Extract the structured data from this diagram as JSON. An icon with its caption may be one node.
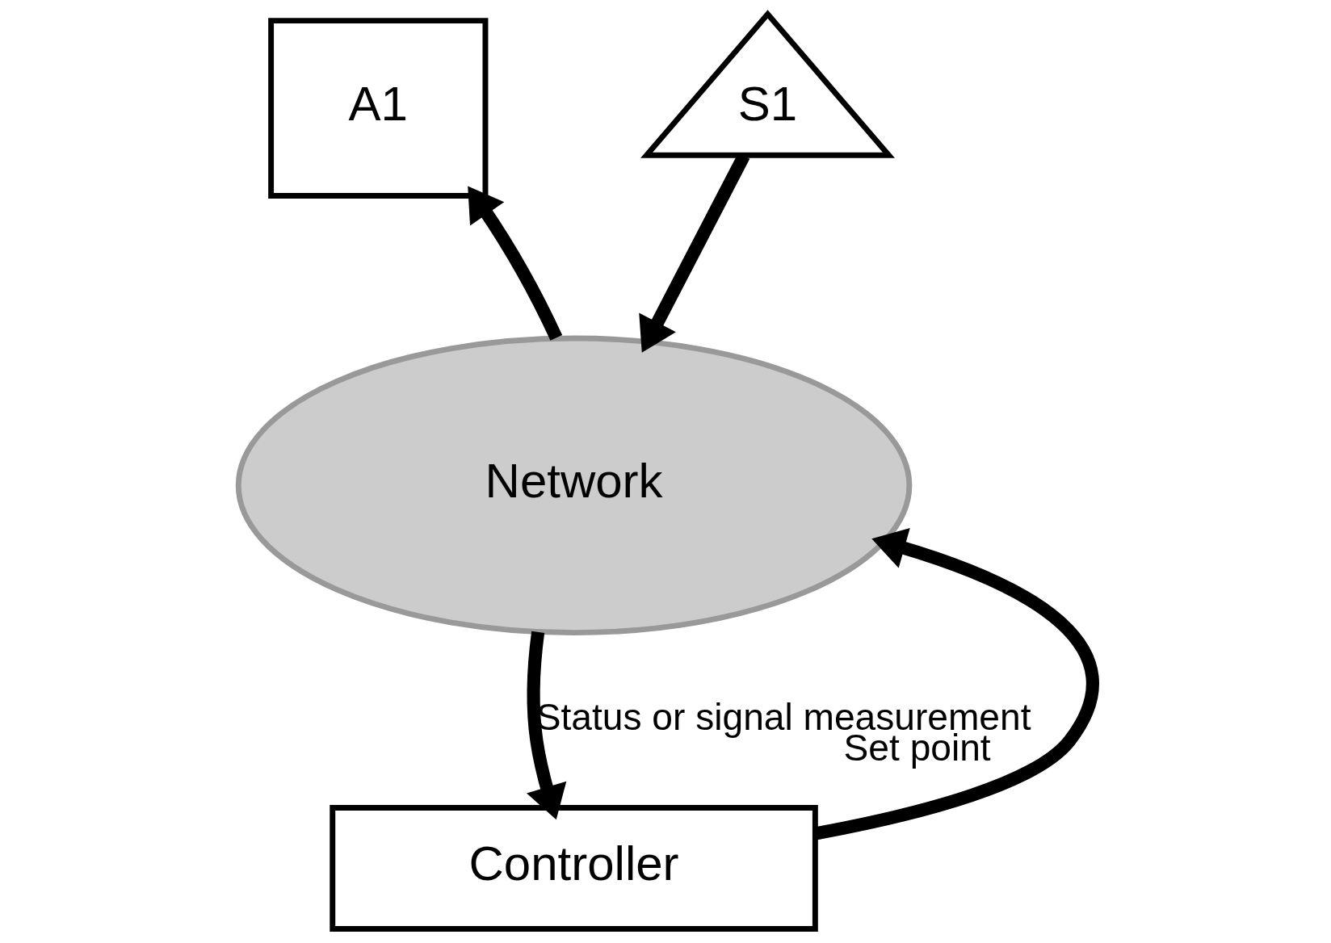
{
  "diagram": {
    "nodes": [
      {
        "text": [
          "A1"
        ]
      },
      {
        "text": [
          "S1"
        ]
      },
      {
        "text": [
          "Network"
        ]
      },
      {
        "text": [
          "Controller"
        ]
      }
    ],
    "edges": [
      {
        "from": 3,
        "to": 2,
        "arrow": "to",
        "label": "Set point"
      },
      {
        "from": 2,
        "to": 0,
        "arrow": "to"
      },
      {
        "from": 1,
        "to": 2,
        "arrow": "to"
      },
      {
        "from": 2,
        "to": 3,
        "arrow": "to",
        "label": "Status or signal measurement"
      }
    ]
  }
}
